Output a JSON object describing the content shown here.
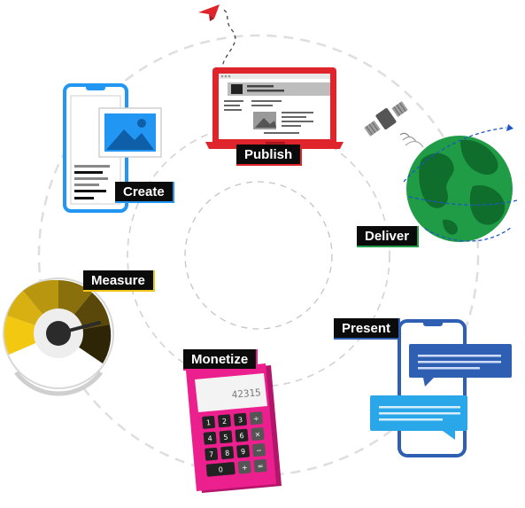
{
  "stages": [
    {
      "id": "create",
      "label": "Create",
      "icon": "phone-image-icon",
      "color": "#2196f3"
    },
    {
      "id": "publish",
      "label": "Publish",
      "icon": "laptop-icon",
      "color": "#e0242b"
    },
    {
      "id": "deliver",
      "label": "Deliver",
      "icon": "globe-icon",
      "color": "#1f9c45"
    },
    {
      "id": "present",
      "label": "Present",
      "icon": "phone-chat-icon",
      "color": "#2f5fb3"
    },
    {
      "id": "monetize",
      "label": "Monetize",
      "icon": "calculator-icon",
      "color": "#ec1f8e"
    },
    {
      "id": "measure",
      "label": "Measure",
      "icon": "gauge-icon",
      "color": "#f0c419"
    }
  ],
  "calculator": {
    "display": "42315",
    "keys": [
      "1",
      "2",
      "3",
      "÷",
      "4",
      "5",
      "6",
      "×",
      "7",
      "8",
      "9",
      "−",
      "0",
      "+",
      "="
    ]
  },
  "colors": {
    "accent_red": "#e0242b",
    "dashed_ring": "#d9d9d9"
  }
}
